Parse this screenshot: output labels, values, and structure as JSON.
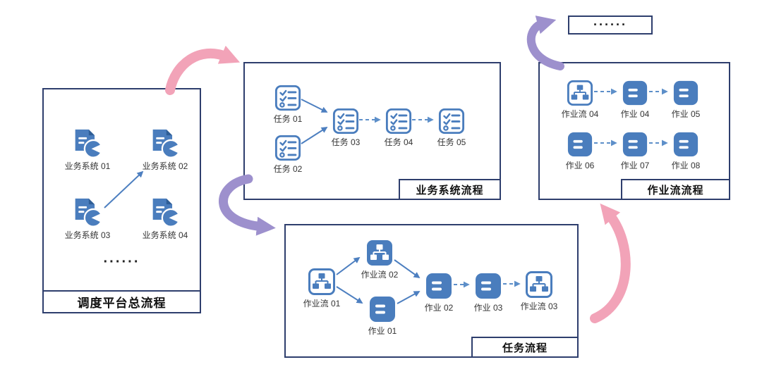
{
  "colors": {
    "icon_blue": "#4a7dbd",
    "box_border": "#2e3e6d",
    "arrow_pink": "#f2a3b8",
    "arrow_purple": "#9d90cd",
    "connector_blue": "#4d7fc0",
    "label_text": "#333333"
  },
  "icons": {
    "business_system": "document-pie-icon",
    "task": "checklist-icon",
    "workflow": "org-tree-icon",
    "job": "list-card-icon"
  },
  "ellipsis_box": {
    "text": "······"
  },
  "left_box": {
    "title": "调度平台总流程",
    "items": [
      "业务系统 01",
      "业务系统 02",
      "业务系统 03",
      "业务系统 04"
    ],
    "ellipsis": "······"
  },
  "business_box": {
    "title": "业务系统流程",
    "tasks": [
      "任务 01",
      "任务 02",
      "任务 03",
      "任务 04",
      "任务 05"
    ]
  },
  "task_box": {
    "title": "任务流程",
    "nodes": [
      "作业流 01",
      "作业流 02",
      "作业 01",
      "作业 02",
      "作业 03",
      "作业流 03"
    ]
  },
  "jobflow_box": {
    "title": "作业流流程",
    "nodes": [
      "作业流 04",
      "作业 04",
      "作业 05",
      "作业 06",
      "作业 07",
      "作业 08"
    ]
  }
}
